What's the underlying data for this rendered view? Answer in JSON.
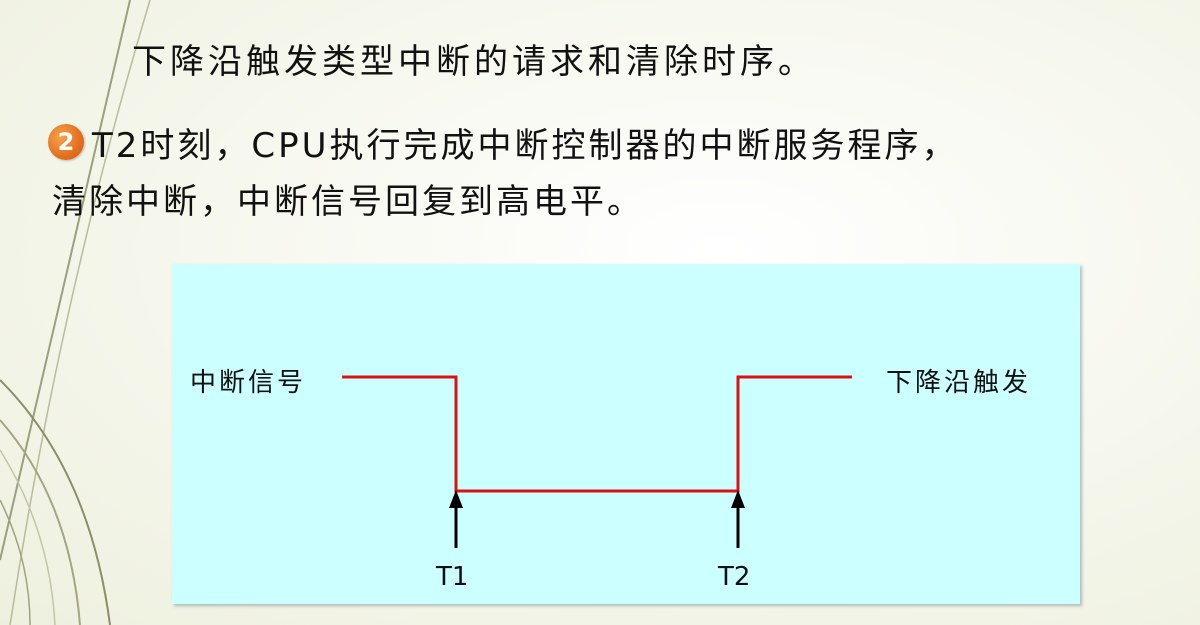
{
  "title": "下降沿触发类型中断的请求和清除时序。",
  "step": {
    "number": "2",
    "line1": "T2时刻，CPU执行完成中断控制器的中断服务程序，",
    "line2": "清除中断，中断信号回复到高电平。"
  },
  "diagram": {
    "left_label": "中断信号",
    "right_label": "下降沿触发",
    "markers": [
      "T1",
      "T2"
    ],
    "colors": {
      "background": "#ccffff",
      "signal": "#dd1111",
      "arrow": "#000000"
    }
  }
}
